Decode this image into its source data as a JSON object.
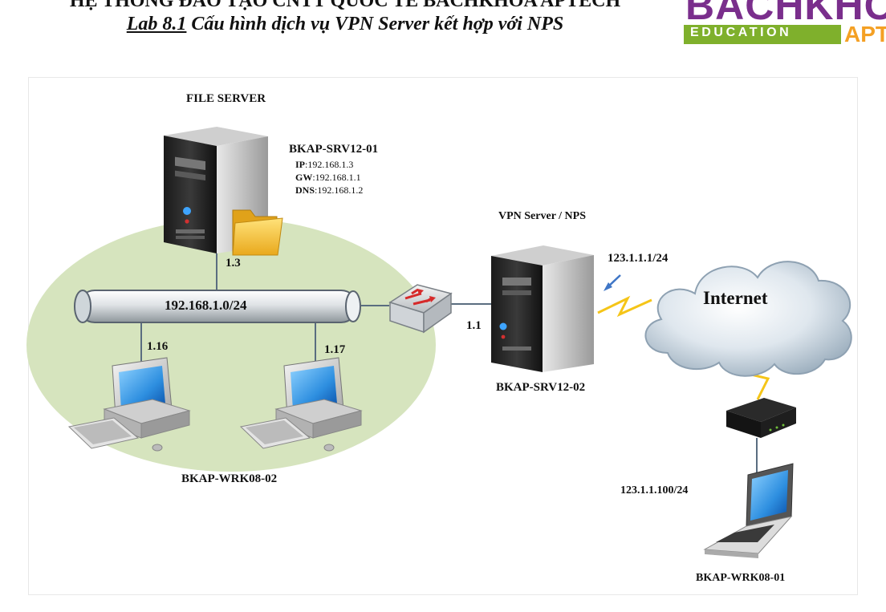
{
  "header": {
    "org_title": "HỆ THỐNG ĐÀO TẠO CNTT QUỐC TẾ BACHKHOA APTECH",
    "lab_prefix": "Lab 8.1",
    "lab_title": " Cấu hình dịch vụ VPN Server kết hợp với NPS"
  },
  "logo": {
    "word": "BACHKHOA",
    "tagline": "EDUCATION",
    "suffix": "APT",
    "colors": {
      "purple": "#7a2e8c",
      "green": "#7fb02c",
      "orange": "#f4a024"
    }
  },
  "diagram": {
    "file_server": {
      "role": "FILE SERVER",
      "hostname": "BKAP-SRV12-01",
      "ip_key": "IP",
      "ip_value": ":192.168.1.3",
      "gw_key": "GW",
      "gw_value": ":192.168.1.1",
      "dns_key": "DNS",
      "dns_value": ":192.168.1.2",
      "link_label": "1.3",
      "icons": [
        "server-tower-icon",
        "folder-icon"
      ]
    },
    "lan": {
      "subnet": "192.168.1.0/24",
      "zone_color": "#d6e4be"
    },
    "clients": {
      "pc1_ip": "1.16",
      "pc2_ip": "1.17",
      "group_name": "BKAP-WRK08-02"
    },
    "vpn_server": {
      "role": "VPN Server / NPS",
      "hostname": "BKAP-SRV12-02",
      "lan_ip": "1.1",
      "wan_ip": "123.1.1.1/24"
    },
    "internet": {
      "label": "Internet"
    },
    "remote_client": {
      "ip": "123.1.1.100/24",
      "hostname": "BKAP-WRK08-01"
    }
  }
}
